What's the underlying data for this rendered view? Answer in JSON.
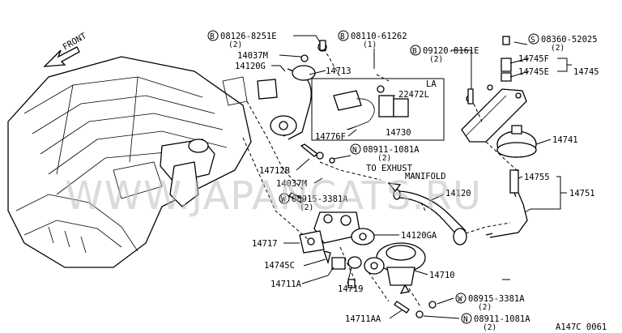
{
  "watermark": "WWW.JAPANCATS.RU",
  "direction_label": "FRONT",
  "figure_code": "A147C 0061",
  "variant_box_label": "LA",
  "exhaust_note": {
    "line1": "TO EXHUST",
    "line2": "MANIFOLD"
  },
  "labels": {
    "b1_code": "08126-8251E",
    "b1_qty": "(2)",
    "b2_code": "08110-61262",
    "b2_qty": "(1)",
    "b3_code": "09120-8161E",
    "b3_qty": "(2)",
    "s1_code": "08360-52025",
    "s1_qty": "(2)",
    "p14037m_a": "14037M",
    "p14120g": "14120G",
    "p14713": "14713",
    "p22472l": "22472L",
    "p14730": "14730",
    "p14776f": "14776F",
    "p14745f": "14745F",
    "p14745e": "14745E",
    "p14745": "14745",
    "p14741": "14741",
    "p14755": "14755",
    "p14751": "14751",
    "n1_code": "08911-1081A",
    "n1_qty": "(2)",
    "p14712b": "14712B",
    "p14037m_b": "14037M",
    "w1_code": "08915-3381A",
    "w1_qty": "(2)",
    "p14120": "14120",
    "p14120ga": "14120GA",
    "p14717": "14717",
    "p14745c": "14745C",
    "p14711a": "14711A",
    "p14719": "14719",
    "p14710": "14710",
    "w2_code": "08915-3381A",
    "w2_qty": "(2)",
    "p14711aa": "14711AA",
    "n2_code": "08911-1081A",
    "n2_qty": "(2)",
    "circle_b": "B",
    "circle_s": "S",
    "circle_n": "N",
    "circle_w": "W"
  }
}
